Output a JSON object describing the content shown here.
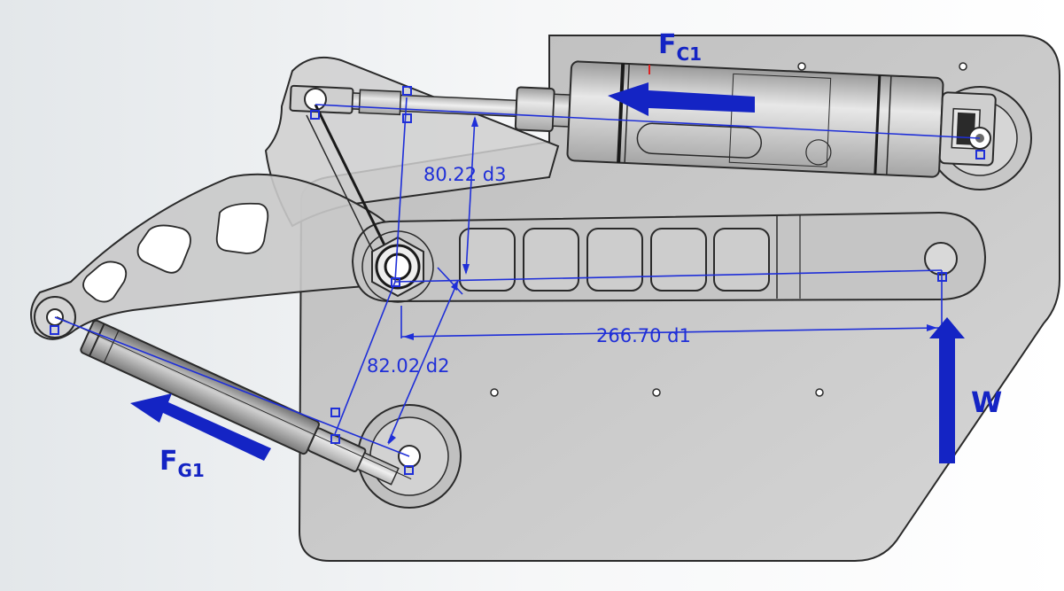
{
  "dimensions": {
    "d1": "266.70 d1",
    "d2": "82.02 d2",
    "d3": "80.22 d3"
  },
  "forces": {
    "fc1": {
      "main": "F",
      "sub": "C1"
    },
    "fg1": {
      "main": "F",
      "sub": "G1"
    },
    "w": {
      "main": "W"
    }
  },
  "colors": {
    "annotation": "#1f2fd8",
    "force_arrow": "#1424c4",
    "part_fill": "#c8c8c8",
    "outline": "#2a2a2a"
  }
}
